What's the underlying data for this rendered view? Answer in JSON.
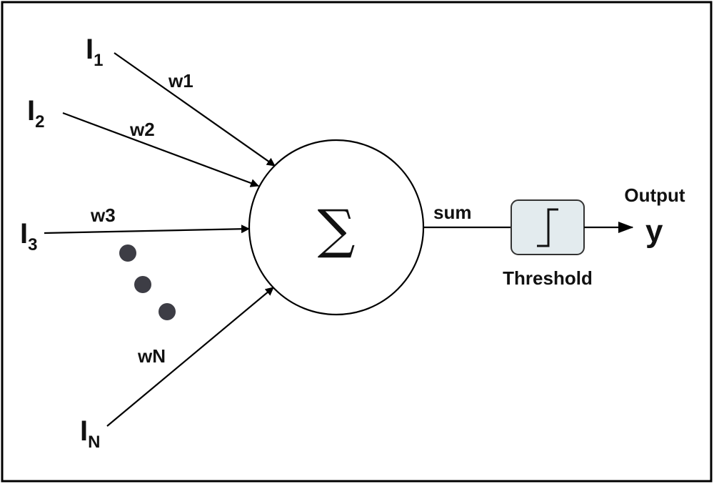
{
  "inputs": {
    "i1": {
      "letter": "I",
      "sub": "1"
    },
    "i2": {
      "letter": "I",
      "sub": "2"
    },
    "i3": {
      "letter": "I",
      "sub": "3"
    },
    "iN": {
      "letter": "I",
      "sub": "N"
    }
  },
  "weights": {
    "w1": "w1",
    "w2": "w2",
    "w3": "w3",
    "wN": "wN"
  },
  "neuron": {
    "symbol": "∑"
  },
  "sum_label": "sum",
  "threshold": {
    "label": "Threshold"
  },
  "output": {
    "title": "Output",
    "variable": "y"
  },
  "colors": {
    "line": "#000000",
    "threshold_fill": "#e3ebee",
    "dots": "#3d3d45"
  }
}
